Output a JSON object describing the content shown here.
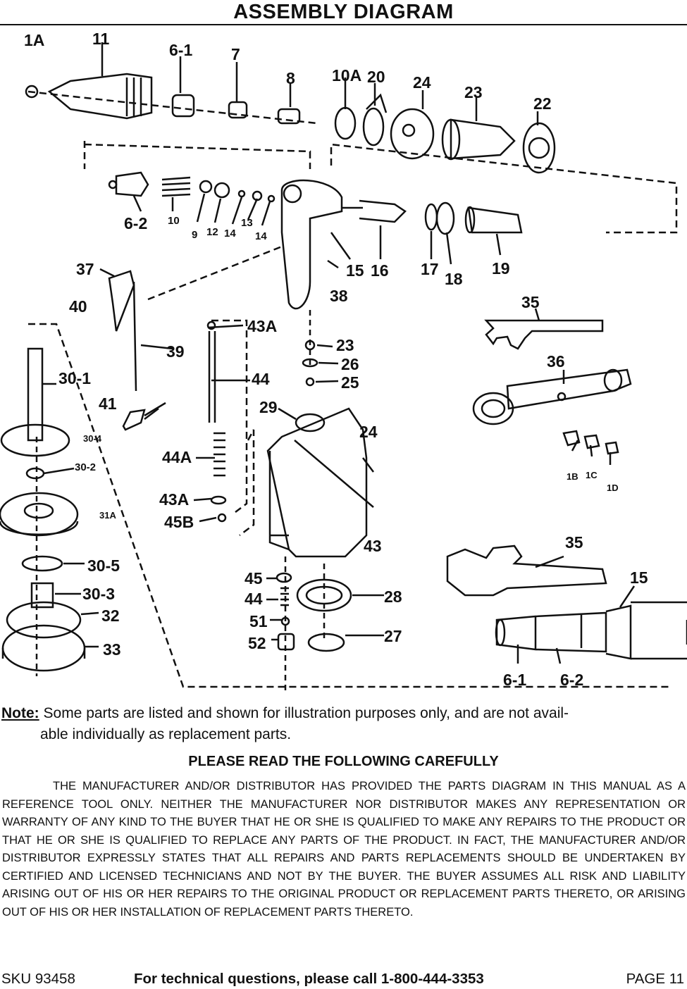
{
  "title": "ASSEMBLY DIAGRAM",
  "part_labels": {
    "l1A": "1A",
    "l11": "11",
    "l6_1a": "6-1",
    "l7": "7",
    "l8": "8",
    "l10A": "10A",
    "l20": "20",
    "l24a": "24",
    "l23a": "23",
    "l22": "22",
    "l6_2a": "6-2",
    "l10": "10",
    "l9": "9",
    "l12": "12",
    "l14a": "14",
    "l13": "13",
    "l14b": "14",
    "l15a": "15",
    "l16": "16",
    "l17": "17",
    "l18": "18",
    "l19": "19",
    "l37": "37",
    "l40": "40",
    "l39": "39",
    "l38": "38",
    "l43Aa": "43A",
    "l44a": "44",
    "l44A": "44A",
    "l43Ab": "43A",
    "l45B": "45B",
    "l23b": "23",
    "l26": "26",
    "l25": "25",
    "l29": "29",
    "l24b": "24",
    "l43": "43",
    "l35a": "35",
    "l36": "36",
    "l1B": "1B",
    "l1C": "1C",
    "l1D": "1D",
    "l30_1": "30-1",
    "l41": "41",
    "l30_4": "30-4",
    "l30_2": "30-2",
    "l31A": "31A",
    "l30_5": "30-5",
    "l30_3": "30-3",
    "l32": "32",
    "l33": "33",
    "l45": "45",
    "l44b": "44",
    "l51": "51",
    "l52": "52",
    "l28": "28",
    "l27": "27",
    "l35b": "35",
    "l15b": "15",
    "l6_1b": "6-1",
    "l6_2b": "6-2"
  },
  "note": {
    "label": "Note:",
    "text": " Some parts are listed and shown for illustration purposes only, and are not avail-",
    "continuation": "able individually as replacement parts."
  },
  "heading": "PLEASE READ THE FOLLOWING CAREFULLY",
  "disclaimer": "THE MANUFACTURER AND/OR DISTRIBUTOR HAS PROVIDED THE PARTS DIAGRAM IN THIS MANUAL AS A REFERENCE TOOL ONLY.  NEITHER THE MANUFACTURER NOR DISTRIBUTOR MAKES ANY REPRESENTATION OR WARRANTY OF ANY KIND TO THE BUYER THAT HE OR SHE IS QUALIFIED TO MAKE ANY REPAIRS TO THE PRODUCT OR THAT HE OR SHE IS QUALIFIED TO REPLACE ANY PARTS OF THE PRODUCT.  IN FACT, THE MANUFACTURER AND/OR DISTRIBUTOR EXPRESSLY STATES THAT ALL REPAIRS AND PARTS REPLACEMENTS SHOULD BE UNDERTAKEN BY CERTIFIED AND LICENSED TECHNICIANS AND NOT BY THE BUYER. THE BUYER ASSUMES ALL RISK AND LIABILITY ARISING OUT OF HIS OR HER REPAIRS TO THE ORIGINAL PRODUCT OR REPLACEMENT PARTS THERETO, OR ARISING OUT OF HIS OR HER INSTALLATION OF REPLACEMENT PARTS THERETO.",
  "footer": {
    "sku": "SKU 93458",
    "tech": "For technical questions, please call 1-800-444-3353",
    "page": "PAGE 11"
  }
}
